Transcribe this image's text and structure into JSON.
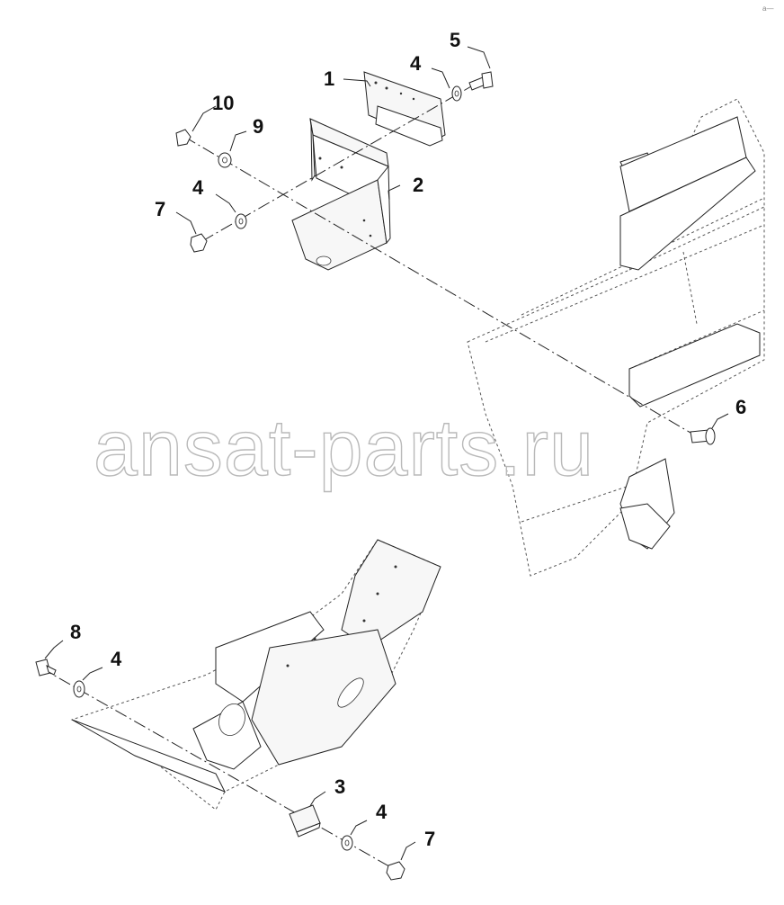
{
  "diagram": {
    "reference_mark": "a—",
    "watermark": "ansat-parts.ru",
    "callouts": [
      {
        "id": "c1",
        "label": "1"
      },
      {
        "id": "c2",
        "label": "2"
      },
      {
        "id": "c3",
        "label": "3"
      },
      {
        "id": "c4a",
        "label": "4"
      },
      {
        "id": "c4b",
        "label": "4"
      },
      {
        "id": "c4c",
        "label": "4"
      },
      {
        "id": "c4d",
        "label": "4"
      },
      {
        "id": "c5",
        "label": "5"
      },
      {
        "id": "c6",
        "label": "6"
      },
      {
        "id": "c7a",
        "label": "7"
      },
      {
        "id": "c7b",
        "label": "7"
      },
      {
        "id": "c8",
        "label": "8"
      },
      {
        "id": "c9",
        "label": "9"
      },
      {
        "id": "c10",
        "label": "10"
      }
    ]
  }
}
